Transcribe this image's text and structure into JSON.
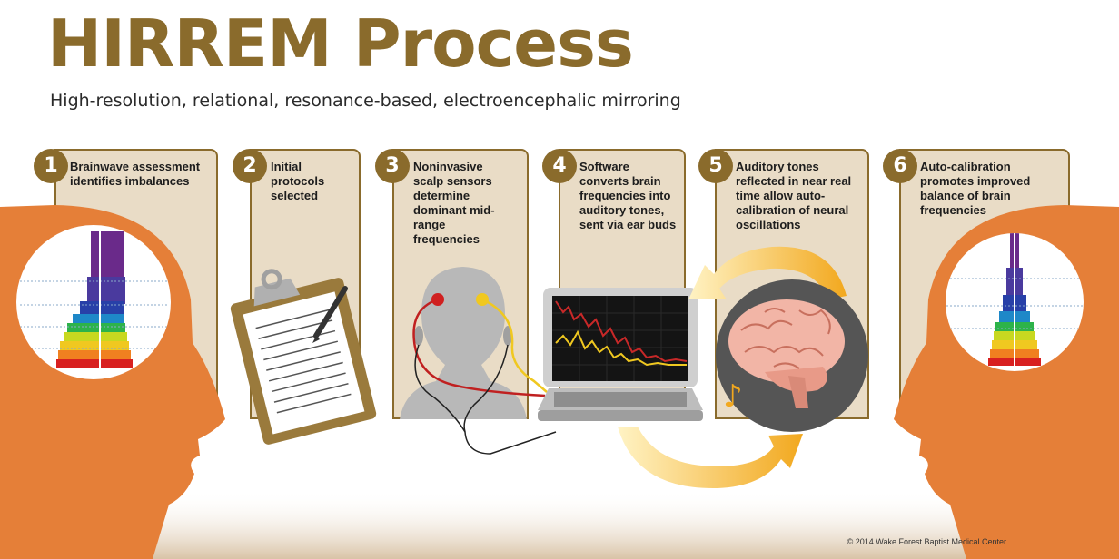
{
  "header": {
    "title": "HIRREM Process",
    "subtitle": "High-resolution, relational, resonance-based, electroencephalic mirroring"
  },
  "steps": [
    {
      "number": "1",
      "text": "Brainwave assessment identifies imbalances"
    },
    {
      "number": "2",
      "text": "Initial protocols selected"
    },
    {
      "number": "3",
      "text": "Noninvasive scalp sensors determine dominant mid-range frequencies"
    },
    {
      "number": "4",
      "text": "Software converts brain frequencies into auditory tones, sent via ear buds"
    },
    {
      "number": "5",
      "text": "Auditory tones reflected in near real time allow auto-calibration of neural oscillations"
    },
    {
      "number": "6",
      "text": "Auto-calibration promotes improved balance of brain frequencies"
    }
  ],
  "footer": {
    "copyright": "© 2014 Wake Forest Baptist Medical Center"
  },
  "colors": {
    "brand": "#8a6b2c",
    "panel": "#e9dcc6",
    "head": "#e57f38",
    "arrow": "#f2a81e"
  }
}
